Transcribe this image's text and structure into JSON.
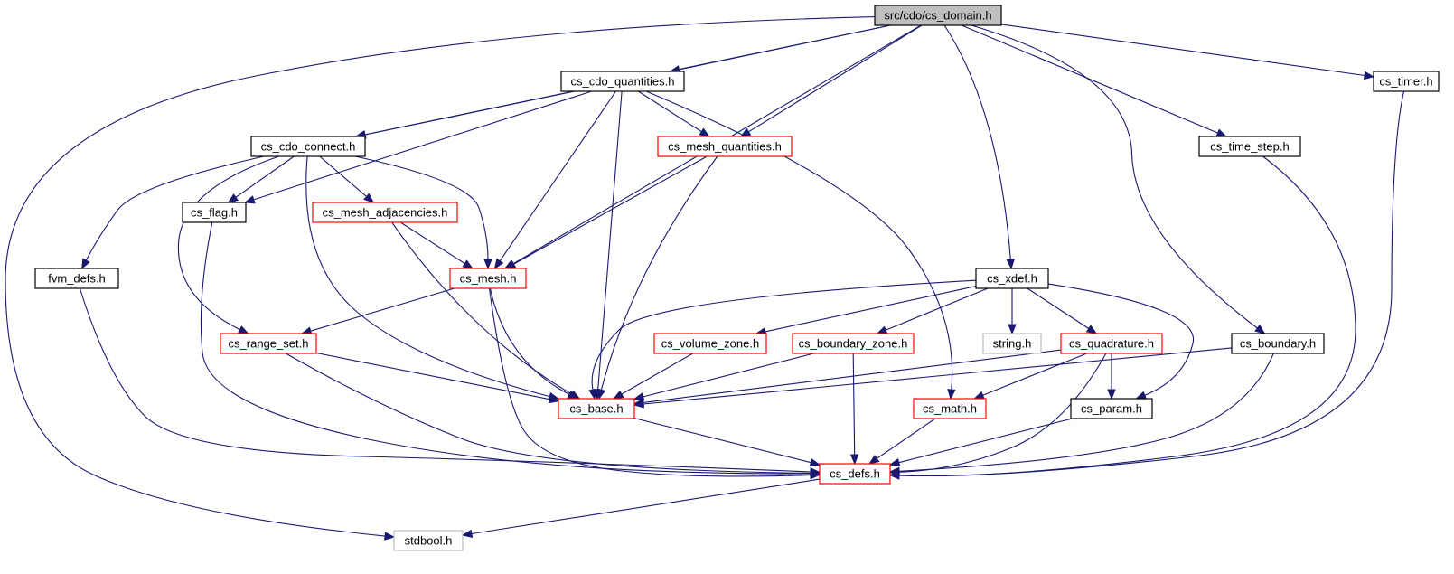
{
  "colors": {
    "edge": "#191970",
    "border_normal": "#000000",
    "border_truncated": "#ff0000",
    "border_external": "#bfbfbf",
    "fill_root": "#bfbfbf",
    "fill_default": "#ffffff"
  },
  "nodes": [
    {
      "id": "cs_domain",
      "label": "src/cdo/cs_domain.h",
      "kind": "root"
    },
    {
      "id": "cs_cdo_quantities",
      "label": "cs_cdo_quantities.h",
      "kind": "normal"
    },
    {
      "id": "cs_timer",
      "label": "cs_timer.h",
      "kind": "normal"
    },
    {
      "id": "cs_cdo_connect",
      "label": "cs_cdo_connect.h",
      "kind": "normal"
    },
    {
      "id": "cs_mesh_quantities",
      "label": "cs_mesh_quantities.h",
      "kind": "truncated"
    },
    {
      "id": "cs_time_step",
      "label": "cs_time_step.h",
      "kind": "normal"
    },
    {
      "id": "cs_flag",
      "label": "cs_flag.h",
      "kind": "normal"
    },
    {
      "id": "cs_mesh_adjacencies",
      "label": "cs_mesh_adjacencies.h",
      "kind": "truncated"
    },
    {
      "id": "fvm_defs",
      "label": "fvm_defs.h",
      "kind": "normal"
    },
    {
      "id": "cs_mesh",
      "label": "cs_mesh.h",
      "kind": "truncated"
    },
    {
      "id": "cs_xdef",
      "label": "cs_xdef.h",
      "kind": "normal"
    },
    {
      "id": "cs_range_set",
      "label": "cs_range_set.h",
      "kind": "truncated"
    },
    {
      "id": "cs_volume_zone",
      "label": "cs_volume_zone.h",
      "kind": "truncated"
    },
    {
      "id": "cs_boundary_zone",
      "label": "cs_boundary_zone.h",
      "kind": "truncated"
    },
    {
      "id": "string",
      "label": "string.h",
      "kind": "external"
    },
    {
      "id": "cs_quadrature",
      "label": "cs_quadrature.h",
      "kind": "truncated"
    },
    {
      "id": "cs_boundary",
      "label": "cs_boundary.h",
      "kind": "normal"
    },
    {
      "id": "cs_base",
      "label": "cs_base.h",
      "kind": "truncated"
    },
    {
      "id": "cs_math",
      "label": "cs_math.h",
      "kind": "truncated"
    },
    {
      "id": "cs_param",
      "label": "cs_param.h",
      "kind": "normal"
    },
    {
      "id": "cs_defs",
      "label": "cs_defs.h",
      "kind": "truncated"
    },
    {
      "id": "stdbool",
      "label": "stdbool.h",
      "kind": "external"
    }
  ],
  "edges": [
    {
      "from": "cs_domain",
      "to": "stdbool"
    },
    {
      "from": "cs_domain",
      "to": "cs_cdo_connect"
    },
    {
      "from": "cs_domain",
      "to": "cs_cdo_quantities"
    },
    {
      "from": "cs_domain",
      "to": "cs_mesh_quantities"
    },
    {
      "from": "cs_domain",
      "to": "cs_mesh"
    },
    {
      "from": "cs_domain",
      "to": "cs_xdef"
    },
    {
      "from": "cs_domain",
      "to": "cs_boundary"
    },
    {
      "from": "cs_domain",
      "to": "cs_time_step"
    },
    {
      "from": "cs_domain",
      "to": "cs_timer"
    },
    {
      "from": "cs_cdo_quantities",
      "to": "cs_cdo_connect"
    },
    {
      "from": "cs_cdo_quantities",
      "to": "cs_flag"
    },
    {
      "from": "cs_cdo_quantities",
      "to": "cs_mesh"
    },
    {
      "from": "cs_cdo_quantities",
      "to": "cs_base"
    },
    {
      "from": "cs_cdo_quantities",
      "to": "cs_mesh_quantities"
    },
    {
      "from": "cs_cdo_quantities",
      "to": "cs_math"
    },
    {
      "from": "cs_cdo_connect",
      "to": "fvm_defs"
    },
    {
      "from": "cs_cdo_connect",
      "to": "cs_range_set"
    },
    {
      "from": "cs_cdo_connect",
      "to": "cs_flag"
    },
    {
      "from": "cs_cdo_connect",
      "to": "cs_base"
    },
    {
      "from": "cs_cdo_connect",
      "to": "cs_mesh_adjacencies"
    },
    {
      "from": "cs_cdo_connect",
      "to": "cs_mesh"
    },
    {
      "from": "cs_mesh_quantities",
      "to": "cs_mesh"
    },
    {
      "from": "cs_mesh_quantities",
      "to": "cs_base"
    },
    {
      "from": "cs_flag",
      "to": "cs_defs"
    },
    {
      "from": "cs_mesh_adjacencies",
      "to": "cs_mesh"
    },
    {
      "from": "cs_mesh_adjacencies",
      "to": "cs_base"
    },
    {
      "from": "fvm_defs",
      "to": "cs_defs"
    },
    {
      "from": "cs_mesh",
      "to": "cs_range_set"
    },
    {
      "from": "cs_mesh",
      "to": "cs_base"
    },
    {
      "from": "cs_mesh",
      "to": "cs_defs"
    },
    {
      "from": "cs_range_set",
      "to": "cs_base"
    },
    {
      "from": "cs_range_set",
      "to": "cs_defs"
    },
    {
      "from": "cs_xdef",
      "to": "cs_base"
    },
    {
      "from": "cs_xdef",
      "to": "cs_volume_zone"
    },
    {
      "from": "cs_xdef",
      "to": "cs_boundary_zone"
    },
    {
      "from": "cs_xdef",
      "to": "string"
    },
    {
      "from": "cs_xdef",
      "to": "cs_quadrature"
    },
    {
      "from": "cs_xdef",
      "to": "cs_param"
    },
    {
      "from": "cs_volume_zone",
      "to": "cs_base"
    },
    {
      "from": "cs_boundary_zone",
      "to": "cs_base"
    },
    {
      "from": "cs_boundary_zone",
      "to": "cs_defs"
    },
    {
      "from": "cs_quadrature",
      "to": "cs_base"
    },
    {
      "from": "cs_quadrature",
      "to": "cs_math"
    },
    {
      "from": "cs_quadrature",
      "to": "cs_param"
    },
    {
      "from": "cs_quadrature",
      "to": "cs_defs"
    },
    {
      "from": "cs_boundary",
      "to": "cs_base"
    },
    {
      "from": "cs_boundary",
      "to": "cs_defs"
    },
    {
      "from": "cs_time_step",
      "to": "cs_defs"
    },
    {
      "from": "cs_timer",
      "to": "cs_defs"
    },
    {
      "from": "cs_base",
      "to": "cs_defs"
    },
    {
      "from": "cs_math",
      "to": "cs_defs"
    },
    {
      "from": "cs_param",
      "to": "cs_defs"
    },
    {
      "from": "cs_defs",
      "to": "stdbool"
    }
  ]
}
